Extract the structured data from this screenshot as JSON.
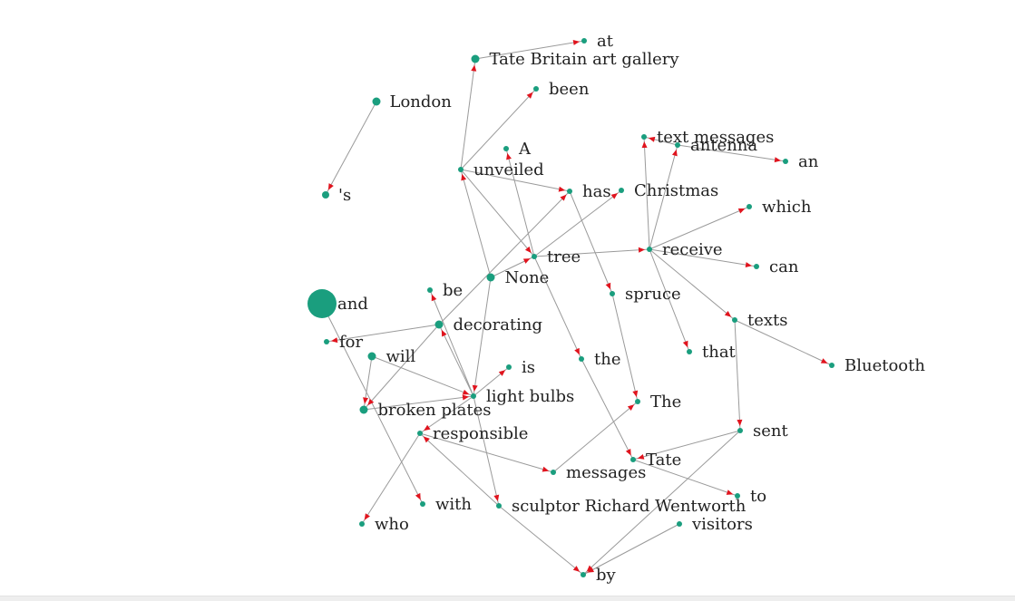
{
  "colors": {
    "node": "#1a9e7e",
    "edge": "#9a9a9a",
    "arrow": "#e0141e",
    "text": "#222222"
  },
  "graph": {
    "nodes": [
      {
        "id": "at",
        "label": "at"
      },
      {
        "id": "tate_britain",
        "label": "Tate Britain art gallery"
      },
      {
        "id": "been",
        "label": "been"
      },
      {
        "id": "london",
        "label": "London"
      },
      {
        "id": "text_messages",
        "label": "text messages"
      },
      {
        "id": "antenna",
        "label": "antenna"
      },
      {
        "id": "a",
        "label": "A"
      },
      {
        "id": "an",
        "label": "an"
      },
      {
        "id": "unveiled",
        "label": "unveiled"
      },
      {
        "id": "s",
        "label": "'s"
      },
      {
        "id": "has",
        "label": "has"
      },
      {
        "id": "christmas",
        "label": "Christmas"
      },
      {
        "id": "which",
        "label": "which"
      },
      {
        "id": "tree",
        "label": "tree"
      },
      {
        "id": "receive",
        "label": "receive"
      },
      {
        "id": "can",
        "label": "can"
      },
      {
        "id": "none",
        "label": "None"
      },
      {
        "id": "be",
        "label": "be"
      },
      {
        "id": "spruce",
        "label": "spruce"
      },
      {
        "id": "and",
        "label": "and"
      },
      {
        "id": "decorating",
        "label": "decorating"
      },
      {
        "id": "texts",
        "label": "texts"
      },
      {
        "id": "for",
        "label": "for"
      },
      {
        "id": "that",
        "label": "that"
      },
      {
        "id": "will",
        "label": "will"
      },
      {
        "id": "the",
        "label": "the"
      },
      {
        "id": "bluetooth",
        "label": "Bluetooth"
      },
      {
        "id": "is",
        "label": "is"
      },
      {
        "id": "light_bulbs",
        "label": "light bulbs"
      },
      {
        "id": "the_cap",
        "label": "The"
      },
      {
        "id": "broken_plates",
        "label": "broken plates"
      },
      {
        "id": "sent",
        "label": "sent"
      },
      {
        "id": "responsible",
        "label": "responsible"
      },
      {
        "id": "tate",
        "label": "Tate"
      },
      {
        "id": "messages",
        "label": "messages"
      },
      {
        "id": "to",
        "label": "to"
      },
      {
        "id": "with",
        "label": "with"
      },
      {
        "id": "sculptor",
        "label": "sculptor Richard Wentworth"
      },
      {
        "id": "who",
        "label": "who"
      },
      {
        "id": "visitors",
        "label": "visitors"
      },
      {
        "id": "by",
        "label": "by"
      }
    ],
    "edges": [
      [
        "tate_britain",
        "at"
      ],
      [
        "unveiled",
        "tate_britain"
      ],
      [
        "unveiled",
        "been"
      ],
      [
        "london",
        "s"
      ],
      [
        "unveiled",
        "has"
      ],
      [
        "unveiled",
        "tree"
      ],
      [
        "none",
        "unveiled"
      ],
      [
        "tree",
        "a"
      ],
      [
        "tree",
        "christmas"
      ],
      [
        "tree",
        "receive"
      ],
      [
        "none",
        "tree"
      ],
      [
        "has",
        "spruce"
      ],
      [
        "spruce",
        "the_cap"
      ],
      [
        "decorating",
        "has"
      ],
      [
        "receive",
        "text_messages"
      ],
      [
        "receive",
        "antenna"
      ],
      [
        "receive",
        "which"
      ],
      [
        "receive",
        "can"
      ],
      [
        "receive",
        "that"
      ],
      [
        "receive",
        "texts"
      ],
      [
        "antenna",
        "an"
      ],
      [
        "antenna",
        "text_messages"
      ],
      [
        "texts",
        "bluetooth"
      ],
      [
        "texts",
        "sent"
      ],
      [
        "sent",
        "tate"
      ],
      [
        "sent",
        "by"
      ],
      [
        "tree",
        "the"
      ],
      [
        "the",
        "tate"
      ],
      [
        "tate",
        "to"
      ],
      [
        "none",
        "light_bulbs"
      ],
      [
        "light_bulbs",
        "is"
      ],
      [
        "light_bulbs",
        "be"
      ],
      [
        "light_bulbs",
        "decorating"
      ],
      [
        "light_bulbs",
        "responsible"
      ],
      [
        "light_bulbs",
        "sculptor"
      ],
      [
        "decorating",
        "for"
      ],
      [
        "decorating",
        "broken_plates"
      ],
      [
        "will",
        "light_bulbs"
      ],
      [
        "broken_plates",
        "light_bulbs"
      ],
      [
        "and",
        "with"
      ],
      [
        "will",
        "broken_plates"
      ],
      [
        "responsible",
        "messages"
      ],
      [
        "messages",
        "the_cap"
      ],
      [
        "responsible",
        "who"
      ],
      [
        "sculptor",
        "by"
      ],
      [
        "visitors",
        "by"
      ],
      [
        "sculptor",
        "responsible"
      ]
    ]
  }
}
